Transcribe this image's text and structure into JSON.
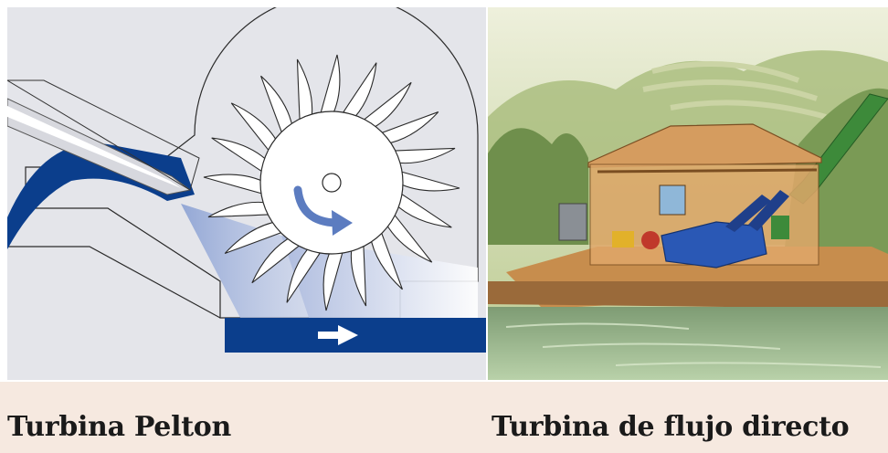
{
  "captions": {
    "left": "Turbina Pelton",
    "right": "Turbina de flujo directo"
  },
  "colors": {
    "pelton_background": "#e4e5ea",
    "pipe_blue": "#0b3e8c",
    "jet_blue": "#9fb1d9",
    "rotation_arrow": "#5c7cc0",
    "caption_background": "#f6e9e0",
    "caption_text": "#1a1a1a"
  },
  "icons": {
    "rotation": "curved-arrow-clockwise",
    "flow": "arrow-right"
  }
}
